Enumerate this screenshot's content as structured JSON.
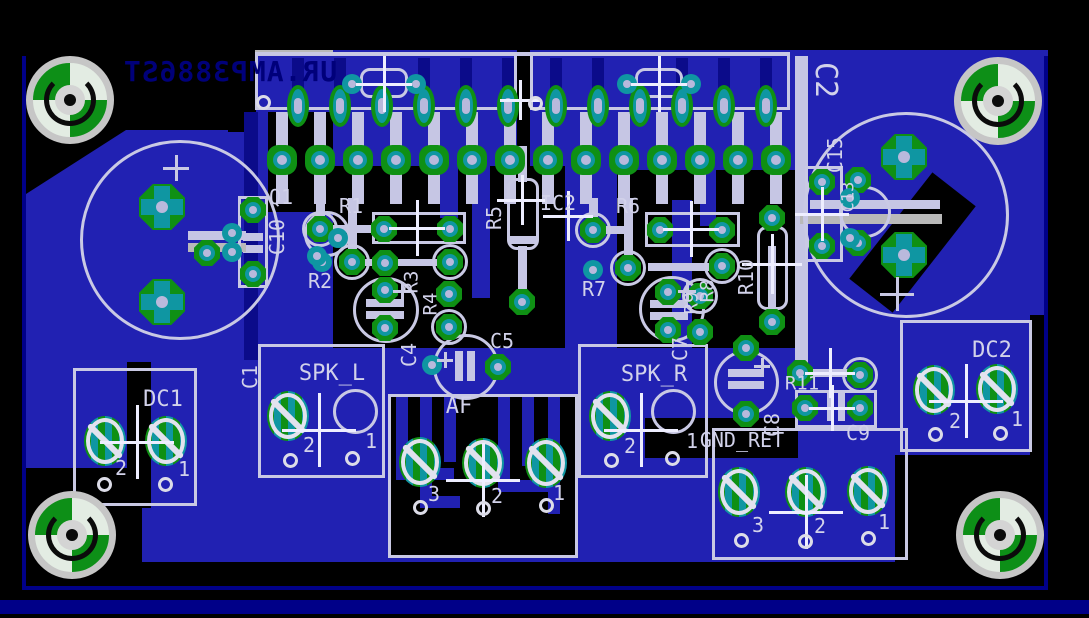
{
  "board": {
    "title_mirrored": "UR.AMP3886ST",
    "silkscreen": {
      "q1": "Q1",
      "c1": "C1",
      "c2": "C2",
      "c4": "C4",
      "c5": "C5",
      "c7": "C7",
      "c8": "C8",
      "c9": "C9",
      "c10": "C10",
      "c13": "C13",
      "c15": "C15",
      "r1": "R1",
      "r2": "R2",
      "r3": "R3",
      "r4": "R4",
      "r5": "R5",
      "r6": "R6",
      "r7": "R7",
      "r8": "R8",
      "r9": "R9",
      "r10": "R10",
      "r11": "R11",
      "ic2": "IC2",
      "af": "AF",
      "dc1": "DC1",
      "dc2": "DC2",
      "spk_l": "SPK_L",
      "spk_r": "SPK_R",
      "gnd_ret": "GND_RET"
    },
    "pin_numbers": {
      "dc1": [
        "2",
        "1"
      ],
      "dc2": [
        "2",
        "1"
      ],
      "spk_l": [
        "2",
        "1"
      ],
      "spk_r": [
        "2",
        "1"
      ],
      "af": [
        "3",
        "2",
        "1"
      ],
      "gnd": [
        "3",
        "2",
        "1"
      ]
    },
    "colors": {
      "background": "#000000",
      "board_blue": "#2121b2",
      "trace_dark_blue": "#0b0b8a",
      "silkscreen": "#c9c9e4",
      "pad_green": "#0f9014",
      "pad_teal": "#0f96a2",
      "hole_lavender": "#b9b9dc",
      "board_outline_navy": "#000088",
      "title_navy": "#00007a"
    }
  }
}
